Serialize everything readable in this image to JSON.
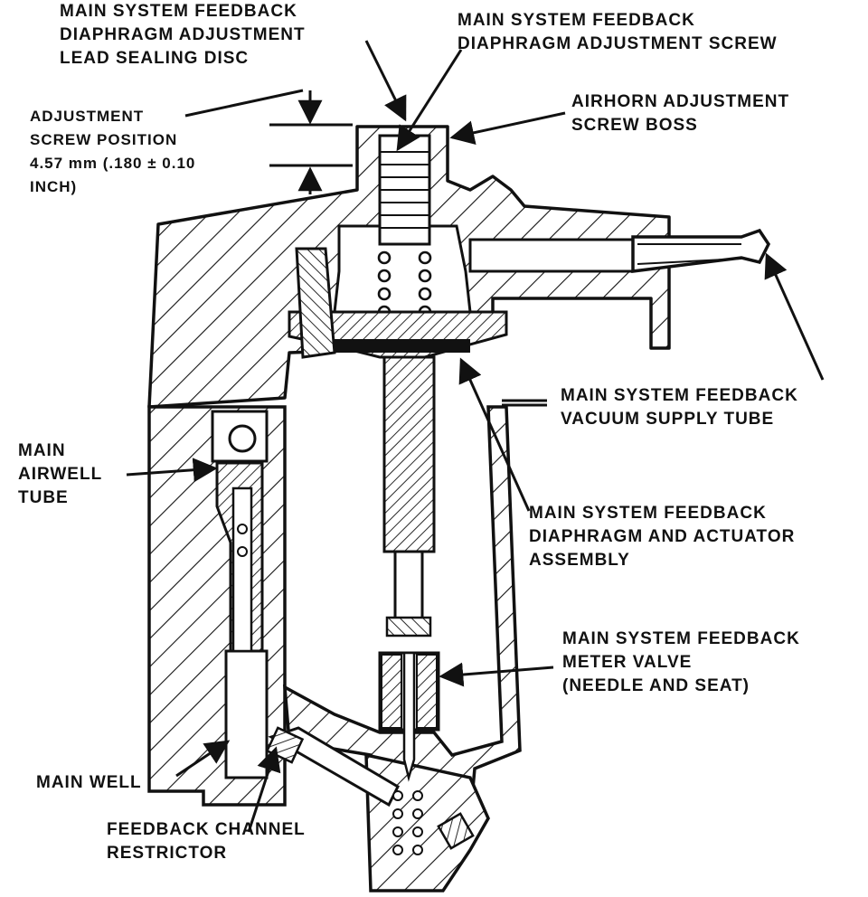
{
  "diagram": {
    "labels": {
      "lead_sealing_disc": [
        "MAIN SYSTEM FEEDBACK",
        "DIAPHRAGM ADJUSTMENT",
        "LEAD SEALING DISC"
      ],
      "adjustment_screw": [
        "MAIN SYSTEM FEEDBACK",
        "DIAPHRAGM ADJUSTMENT SCREW"
      ],
      "screw_position": [
        "ADJUSTMENT",
        "SCREW POSITION",
        "4.57 mm (.180 ± 0.10",
        "INCH)"
      ],
      "airhorn_boss": [
        "AIRHORN ADJUSTMENT",
        "SCREW BOSS"
      ],
      "vacuum_supply_tube": [
        "MAIN SYSTEM FEEDBACK",
        "VACUUM SUPPLY TUBE"
      ],
      "main_airwell_tube": [
        "MAIN",
        "AIRWELL",
        "TUBE"
      ],
      "diaphragm_actuator": [
        "MAIN SYSTEM FEEDBACK",
        "DIAPHRAGM AND ACTUATOR",
        "ASSEMBLY"
      ],
      "meter_valve": [
        "MAIN SYSTEM FEEDBACK",
        "METER VALVE",
        "(NEEDLE AND SEAT)"
      ],
      "main_well": [
        "MAIN WELL"
      ],
      "channel_restrictor": [
        "FEEDBACK CHANNEL",
        "RESTRICTOR"
      ]
    }
  }
}
